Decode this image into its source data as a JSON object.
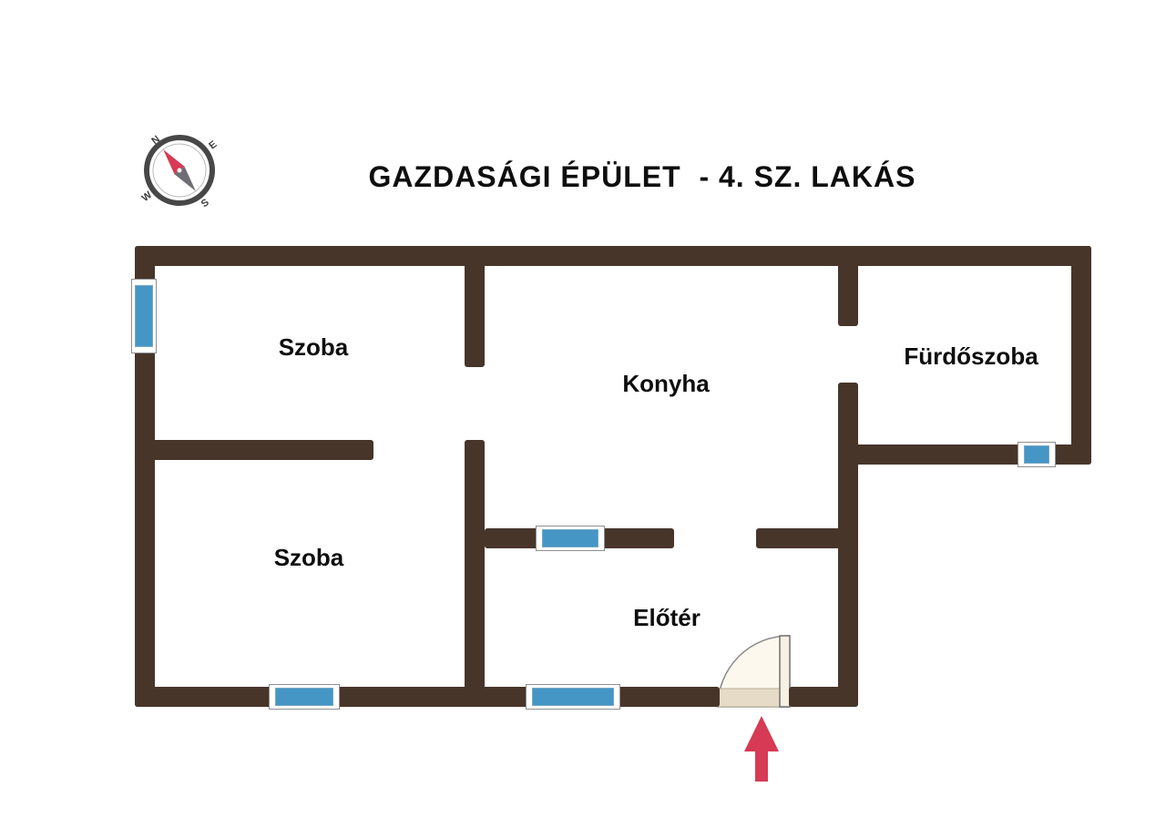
{
  "title": "GAZDASÁGI ÉPÜLET  - 4. SZ. LAKÁS",
  "compass": {
    "north": "N",
    "east": "E",
    "south": "S",
    "west": "W"
  },
  "rooms": [
    {
      "name": "Szoba"
    },
    {
      "name": "Konyha"
    },
    {
      "name": "Fürdőszoba"
    },
    {
      "name": "Szoba"
    },
    {
      "name": "Előtér"
    }
  ],
  "colors": {
    "wall": "#47352a",
    "window": "#4596c5",
    "arrow": "#d63a54",
    "door": "#fdf8ee",
    "threshold": "#e5dbc6",
    "text": "#0e0e0e"
  }
}
